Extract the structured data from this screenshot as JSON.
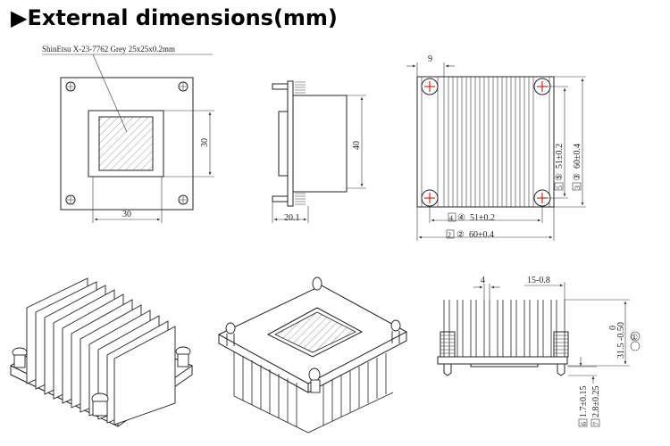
{
  "header": {
    "arrow": "▶",
    "title": "External dimensions(mm)"
  },
  "drawing": {
    "material_note": "ShinEtsu X-23-7762 Grey 25x25x0.2mm",
    "top_view": {
      "pad_height": "30",
      "pad_width": "30"
    },
    "side_view": {
      "height": "40",
      "base_width": "20.1"
    },
    "fin_view": {
      "fin_offset": "9",
      "hole_spacing_h": "51±0.2",
      "hole_spacing_h_tag": "4",
      "hole_spacing_h_circ": "④",
      "outer_width": "60±0.4",
      "outer_width_tag": "2",
      "outer_width_circ": "②",
      "hole_spacing_v": "51±0.2",
      "hole_spacing_v_tag": "5",
      "hole_spacing_v_circ": "⑤",
      "outer_height": "60±0.4",
      "outer_height_tag": "3",
      "outer_height_circ": "③"
    },
    "front_view": {
      "fin_pitch": "4",
      "fin_thickness": "15-0.8",
      "total_height_nominal": "0",
      "total_height_tol": "31.5 -0.50",
      "total_height_tag": "①",
      "spring_dim": "1.7±0.15",
      "spring_tag": "6",
      "pin_dim": "2.8±0.25",
      "pin_tag": "7"
    }
  }
}
